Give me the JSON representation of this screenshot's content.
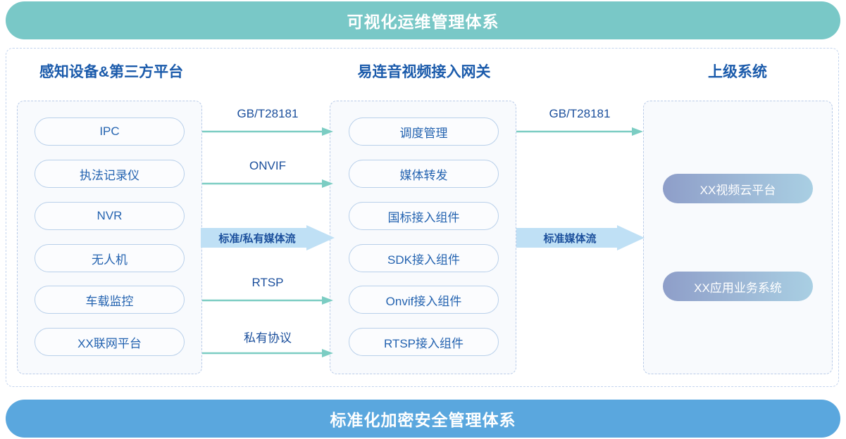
{
  "top_banner": {
    "text": "可视化运维管理体系",
    "color": "#79c8c7"
  },
  "bottom_banner": {
    "text": "标准化加密安全管理体系",
    "color": "#5aa7de"
  },
  "columns": [
    {
      "id": "sensing-devices",
      "title": "感知设备&第三方平台",
      "items": [
        {
          "label": "IPC"
        },
        {
          "label": "执法记录仪"
        },
        {
          "label": "NVR"
        },
        {
          "label": "无人机"
        },
        {
          "label": "车载监控"
        },
        {
          "label": "XX联网平台"
        }
      ]
    },
    {
      "id": "gateway",
      "title": "易连音视频接入网关",
      "items": [
        {
          "label": "调度管理"
        },
        {
          "label": "媒体转发"
        },
        {
          "label": "国标接入组件"
        },
        {
          "label": "SDK接入组件"
        },
        {
          "label": "Onvif接入组件"
        },
        {
          "label": "RTSP接入组件"
        }
      ]
    },
    {
      "id": "upper-system",
      "title": "上级系统",
      "items": [
        {
          "label": "XX视频云平台"
        },
        {
          "label": "XX应用业务系统"
        }
      ]
    }
  ],
  "flows_left": [
    {
      "label": "GB/T28181",
      "type": "thin"
    },
    {
      "label": "ONVIF",
      "type": "thin"
    },
    {
      "label": "标准/私有媒体流",
      "type": "band"
    },
    {
      "label": "RTSP",
      "type": "thin"
    },
    {
      "label": "私有协议",
      "type": "thin"
    }
  ],
  "flows_right": [
    {
      "label": "GB/T28181",
      "type": "thin"
    },
    {
      "label": "标准媒体流",
      "type": "band"
    }
  ],
  "palette": {
    "title_blue": "#1b5bab",
    "pill_text": "#2463b0",
    "pill_border": "#b9d0ea",
    "dashed_border": "#b9cbe8",
    "arrow_teal": "#7ccdc3",
    "band_blue": "#bfe0f5",
    "grad_start": "#8e9ec9",
    "grad_end": "#a9cfe3"
  }
}
